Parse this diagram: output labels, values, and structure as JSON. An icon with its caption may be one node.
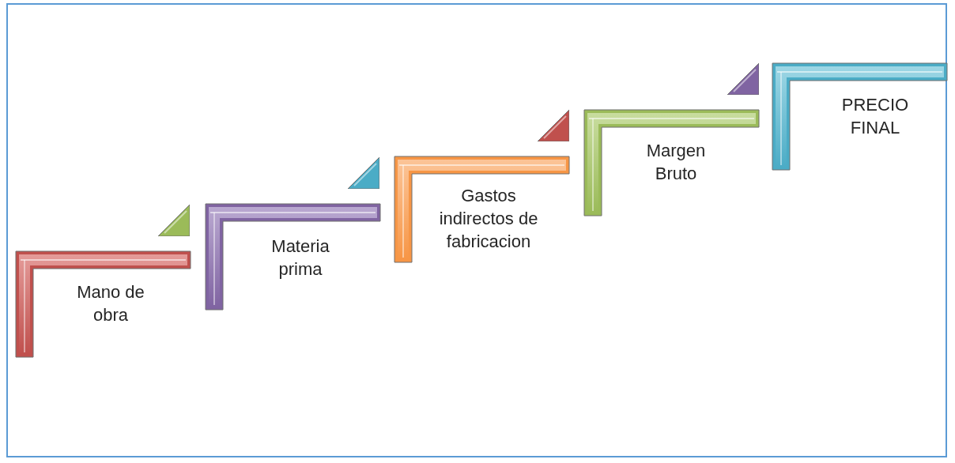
{
  "diagram": {
    "nodes": [
      {
        "text": [
          "Mano de obra"
        ]
      },
      {
        "text": [
          "Materia prima"
        ]
      },
      {
        "text": [
          "Gastos indirectos de fabricacion"
        ]
      },
      {
        "text": [
          "Margen Bruto"
        ]
      },
      {
        "text": [
          "PRECIO FINAL"
        ]
      }
    ]
  }
}
